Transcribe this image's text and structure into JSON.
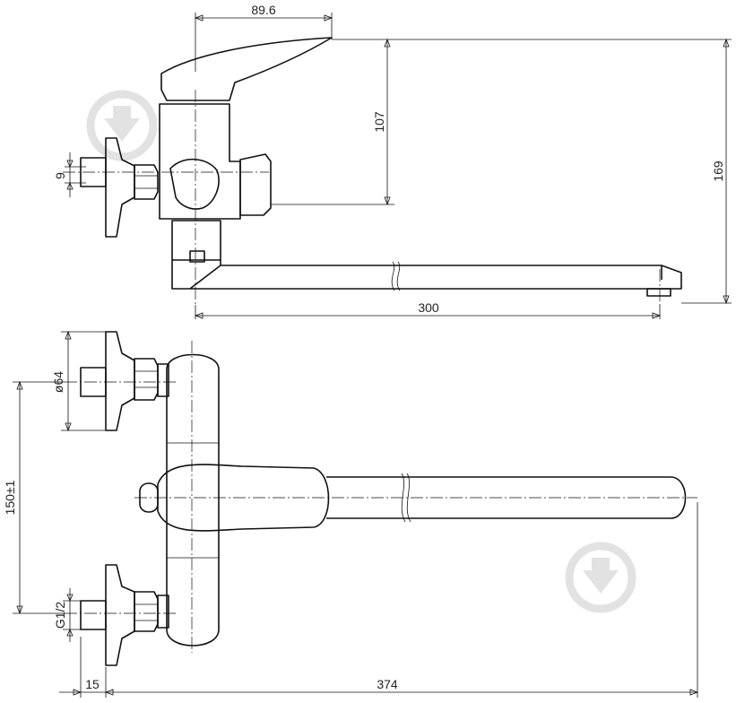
{
  "dimensions": {
    "top_lever_offset": "89.6",
    "height_outlet": "107",
    "height_total": "169",
    "inlet_offset": "9",
    "spout_reach": "300",
    "flange_diameter": "ø64",
    "center_distance": "150±1",
    "thread": "G1/2",
    "wall_gap": "15",
    "total_length": "374"
  },
  "watermark_icon": "download-arrow-icon",
  "colors": {
    "line": "#111111",
    "watermark": "#e2e2e2"
  }
}
